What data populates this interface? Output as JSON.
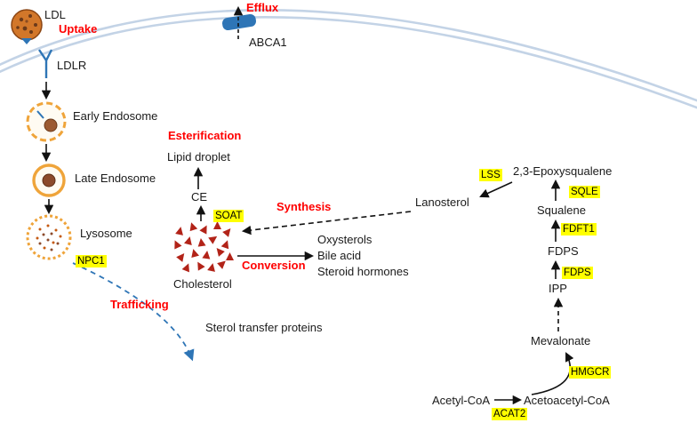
{
  "membrane": {
    "efflux": "Efflux",
    "abca1": "ABCA1"
  },
  "uptake": {
    "ldl": "LDL",
    "uptake": "Uptake",
    "ldlr": "LDLR",
    "early_endosome": "Early Endosome",
    "late_endosome": "Late Endosome",
    "lysosome": "Lysosome",
    "npc1": "NPC1",
    "trafficking": "Trafficking"
  },
  "central": {
    "esterification": "Esterification",
    "lipid_droplet": "Lipid droplet",
    "ce": "CE",
    "soat": "SOAT",
    "cholesterol": "Cholesterol",
    "synthesis": "Synthesis",
    "conversion": "Conversion",
    "oxysterols": "Oxysterols",
    "bile_acid": "Bile acid",
    "steroid_hormones": "Steroid hormones",
    "sterol_transfer_proteins": "Sterol transfer proteins"
  },
  "biosynthesis": {
    "lanosterol": "Lanosterol",
    "lss": "LSS",
    "epoxysqualene": "2,3-Epoxysqualene",
    "sqle": "SQLE",
    "squalene": "Squalene",
    "fdft1": "FDFT1",
    "fdps_metabolite": "FDPS",
    "fdps_enzyme": "FDPS",
    "ipp": "IPP",
    "mevalonate": "Mevalonate",
    "hmgcr": "HMGCR",
    "acetyl_coa": "Acetyl-CoA",
    "acetoacetyl_coa": "Acetoacetyl-CoA",
    "acat2": "ACAT2"
  },
  "colors": {
    "process_label": "#FF0000",
    "gene_highlight": "#FFFF00",
    "membrane_line": "#C3D3E6",
    "transporter_blue": "#2E75B6",
    "organelle_orange": "#EFA43A",
    "cholesterol_red": "#B22318",
    "trafficking_blue": "#2E75B6"
  }
}
